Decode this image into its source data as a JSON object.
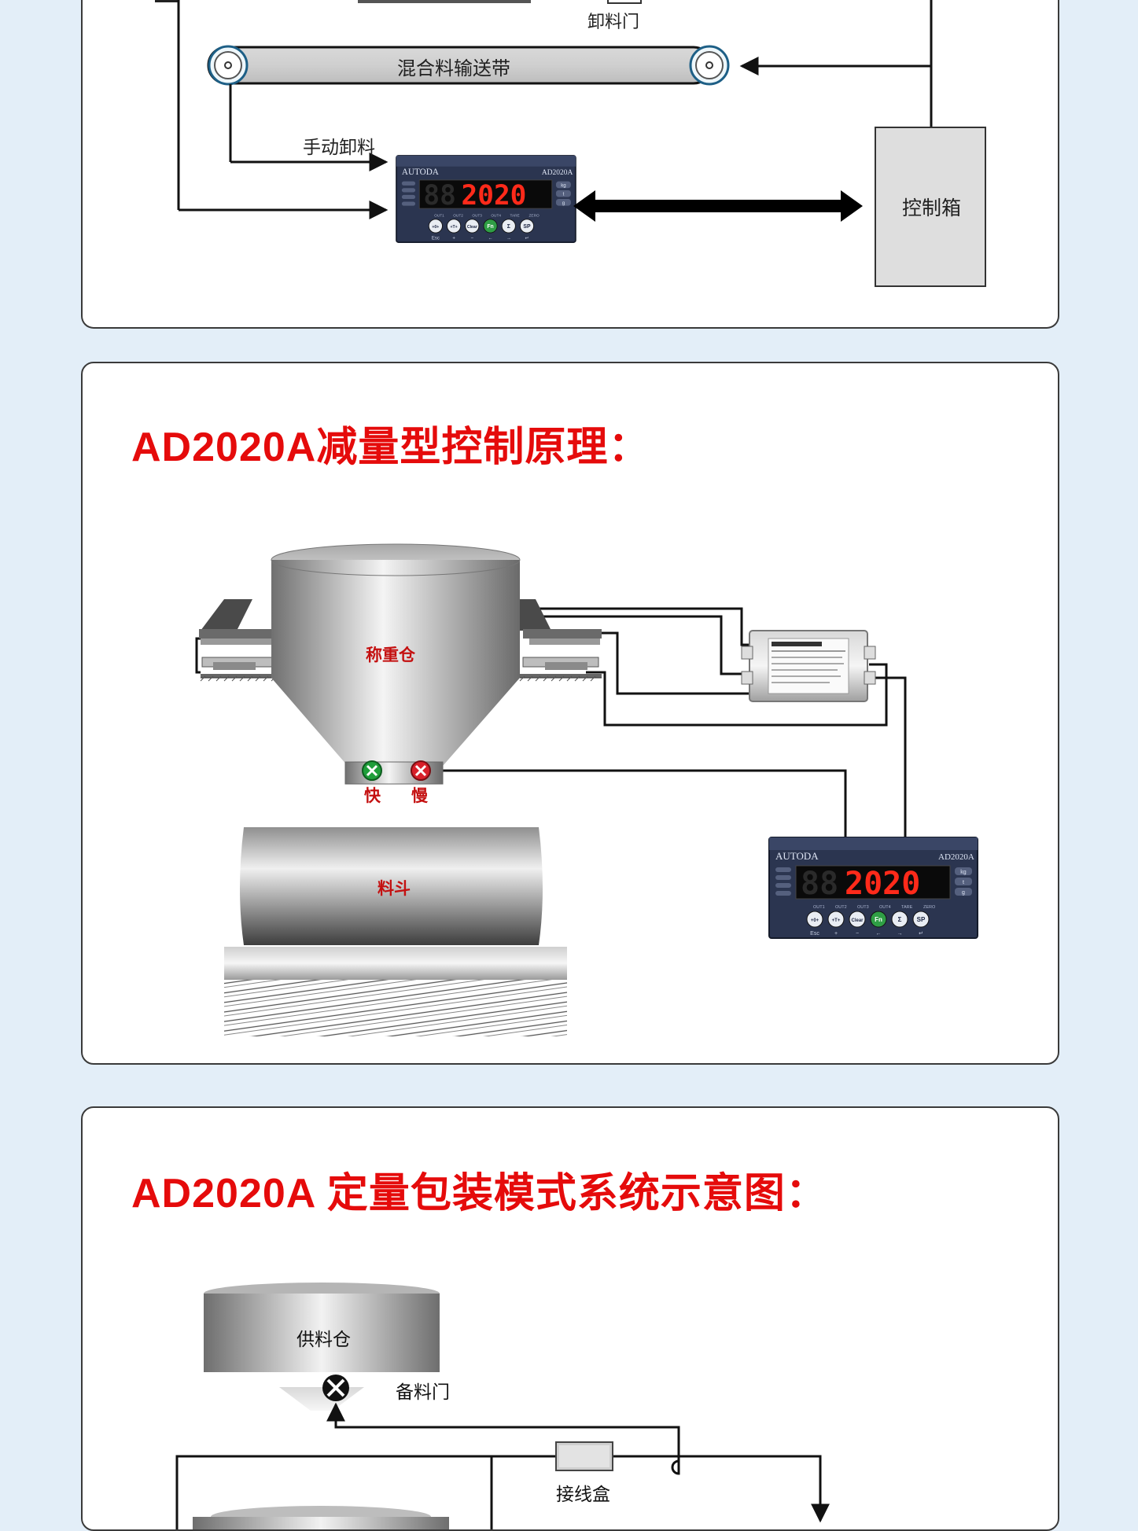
{
  "section1": {
    "discharge_gate": "卸料门",
    "belt": "混合料输送带",
    "manual_discharge": "手动卸料",
    "control_box": "控制箱"
  },
  "section2": {
    "title": "AD2020A减量型控制原理：",
    "weigh_bin": "称重仓",
    "fast": "快",
    "slow": "慢",
    "hopper": "料斗"
  },
  "section3": {
    "title": "AD2020A 定量包装模式系统示意图：",
    "supply_bin": "供料仓",
    "standby_gate": "备料门",
    "junction_box": "接线盒"
  },
  "instrument": {
    "brand": "AUTODA",
    "model": "AD2020A",
    "display_ghost": "88",
    "display_value": "2020",
    "indicators": [
      "OUT1",
      "OUT2",
      "OUT3",
      "OUT4",
      "TARE",
      "ZERO"
    ],
    "keys": [
      "+0+",
      "+T+",
      "Clear",
      "Fn",
      "Σ",
      "SP"
    ],
    "key_subs": [
      "Esc",
      "+",
      "−",
      "←",
      "→",
      "↵"
    ],
    "units": [
      "kg",
      "t",
      "g"
    ]
  },
  "colors": {
    "heading_red": "#e50b0b",
    "display_red": "#ff2a1a",
    "instrument_navy": "#2b3550",
    "fast_green": "#1f9e3a",
    "slow_red": "#d8202a"
  }
}
